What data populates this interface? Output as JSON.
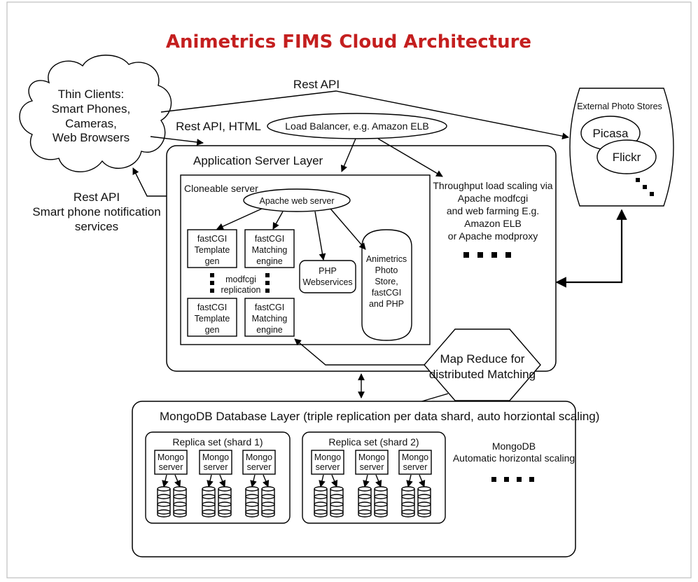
{
  "title": "Animetrics FIMS Cloud Architecture",
  "colors": {
    "title": "#c41f1f",
    "stroke": "#000000",
    "fill": "#ffffff",
    "border": "#bdbdbd"
  },
  "clients": {
    "lines": [
      "Thin Clients:",
      "Smart Phones,",
      "Cameras,",
      "Web Browsers"
    ]
  },
  "edges": {
    "rest_api_top": "Rest API",
    "rest_api_html": "Rest API, HTML",
    "rest_api_notify": [
      "Rest API",
      "Smart phone notification",
      "services"
    ]
  },
  "load_balancer": "Load Balancer, e.g. Amazon ELB",
  "app_layer": {
    "title": "Application Server Layer",
    "cloneable_label": "Cloneable server",
    "apache": "Apache web server",
    "fastcgi_template": [
      "fastCGI",
      "Template",
      "gen"
    ],
    "fastcgi_matching": [
      "fastCGI",
      "Matching",
      "engine"
    ],
    "replication": [
      "modfcgi",
      "replication"
    ],
    "php": [
      "PHP",
      "Webservices"
    ],
    "photo_store": [
      "Animetrics",
      "Photo",
      "Store,",
      "fastCGI",
      "and PHP"
    ],
    "scaling_note": [
      "Throughput load scaling via",
      "Apache modfcgi",
      "and web farming E.g.",
      "Amazon ELB",
      "or Apache modproxy"
    ]
  },
  "photo_stores": {
    "title": "External Photo Stores",
    "items": [
      "Picasa",
      "Flickr"
    ]
  },
  "map_reduce": [
    "Map Reduce for",
    "distributed Matching"
  ],
  "db_layer": {
    "title": "MongoDB Database Layer (triple replication per data shard, auto horziontal scaling)",
    "replica_sets": [
      "Replica set (shard 1)",
      "Replica set (shard 2)"
    ],
    "server_label": [
      "Mongo",
      "server"
    ],
    "note": [
      "MongoDB",
      "Automatic horizontal scaling"
    ]
  },
  "icons": [
    "cloud-icon",
    "database-cylinder-icon",
    "ellipsis-dots-icon",
    "arrow-icon"
  ]
}
